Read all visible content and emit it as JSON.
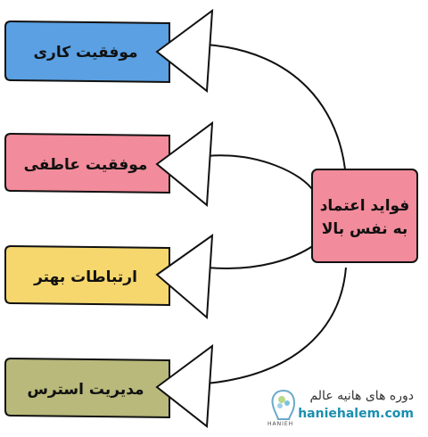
{
  "center": {
    "line1": "فواید اعتماد",
    "line2": "به نفس بالا",
    "color": "#f28b9b"
  },
  "benefits": [
    {
      "label": "موفقیت کاری",
      "color": "#5aa0e3"
    },
    {
      "label": "موفقیت عاطفی",
      "color": "#f28b9b"
    },
    {
      "label": "ارتباطات بهتر",
      "color": "#f5d76e"
    },
    {
      "label": "مدیریت استرس",
      "color": "#b8b97a"
    }
  ],
  "footer": {
    "logo_text": "HANIEH",
    "title": "دوره های هانیه عالم",
    "url": "haniehalem.com"
  }
}
